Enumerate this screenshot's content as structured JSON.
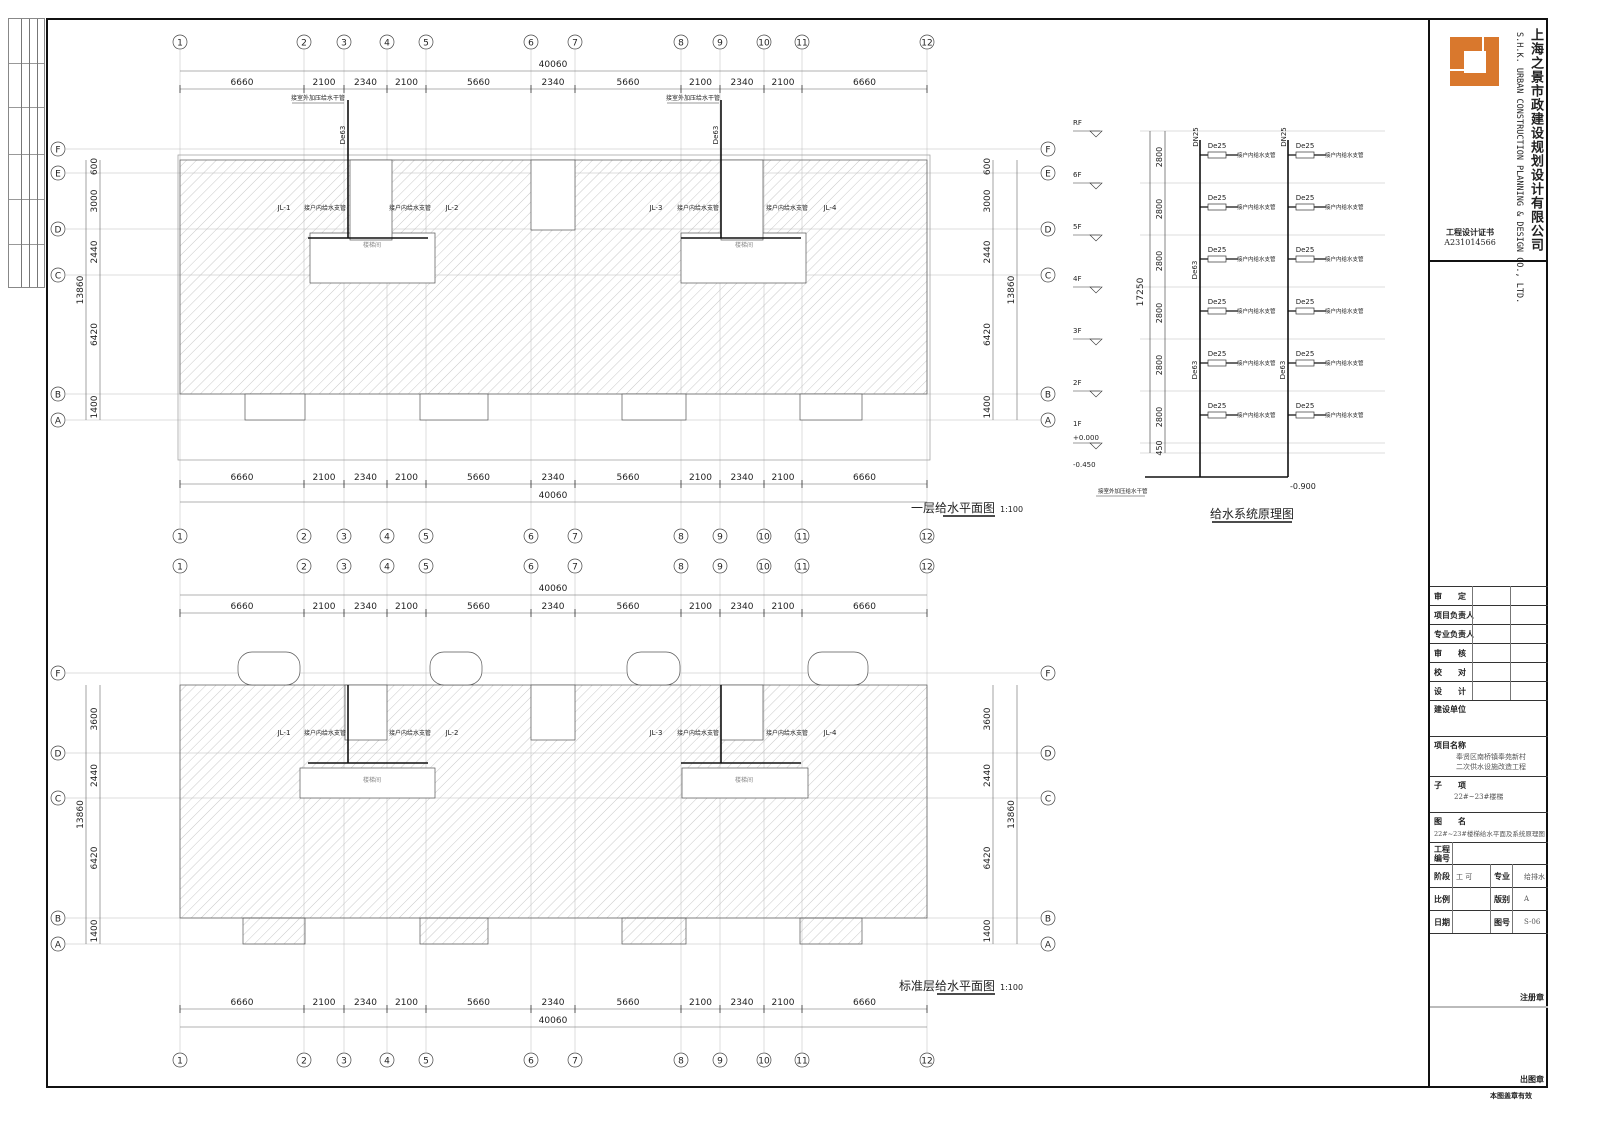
{
  "plans": [
    {
      "title": "一层给水平面图",
      "scale": "1:100",
      "rows": [
        "F",
        "E",
        "D",
        "C",
        "B",
        "A"
      ],
      "dims_y": [
        "600",
        "3000",
        "2440",
        "6420",
        "1400"
      ],
      "total_y": "13860"
    },
    {
      "title": "标准层给水平面图",
      "scale": "1:100",
      "rows": [
        "F",
        "D",
        "C",
        "B",
        "A"
      ],
      "dims_y": [
        "3600",
        "2440",
        "6420",
        "1400"
      ],
      "total_y": "13860"
    }
  ],
  "axes_cols": [
    "1",
    "2",
    "3",
    "4",
    "5",
    "6",
    "7",
    "8",
    "9",
    "10",
    "11",
    "12"
  ],
  "dims_x": [
    "6660",
    "2100",
    "2340",
    "2100",
    "5660",
    "2340",
    "5660",
    "2100",
    "2340",
    "2100",
    "6660"
  ],
  "total_x": "40060",
  "plan_labels": {
    "risers": [
      "JL-1",
      "JL-2",
      "JL-3",
      "JL-4"
    ],
    "branch": "接户内给水支管",
    "feed": "接室外加压给水干管",
    "feed_pipe": "De63",
    "stair": "楼梯间"
  },
  "system": {
    "title": "给水系统原理图",
    "floors": [
      "RF",
      "6F",
      "5F",
      "4F",
      "3F",
      "2F",
      "1F"
    ],
    "elev_1f": "+0.000",
    "elev_base": "-0.450",
    "elev_pipe": "-0.900",
    "floor_heights": [
      "2800",
      "2800",
      "2800",
      "2800",
      "2800",
      "2800",
      "450"
    ],
    "total_height": "17250",
    "riser_top": "DN25",
    "branch_size": "De25",
    "riser_size": "De63",
    "branch_label": "接户内给水支管",
    "feed_label": "接室外加压给水干管"
  },
  "title_block": {
    "company_cn": "上海之景市政建设规划设计有限公司",
    "company_en": "S.H.K. URBAN CONSTRUCTION PLANNING & DESIGN CO., LTD.",
    "logo_color": "#d9782d",
    "cert_label": "工程设计证书",
    "cert_no": "A231014566",
    "sign_rows": [
      "审　　定",
      "项目负责人",
      "专业负责人",
      "审　　核",
      "校　　对",
      "设　　计"
    ],
    "client_label": "建设单位",
    "project_label": "项目名称",
    "project_line1": "奉贤区南桥镇奉苑新村",
    "project_line2": "二次供水设施改造工程",
    "subitem_label": "子　　项",
    "subitem": "22#~23#楼梯",
    "drawing_label": "图　　名",
    "drawing_name": "22#~23#楼梯给水平面及系统原理图",
    "project_no_label": "工程编号",
    "stage_label": "阶段",
    "stage": "工 可",
    "discipline_label": "专业",
    "discipline": "给排水",
    "scale_label": "比例",
    "scale": "",
    "version_label": "版别",
    "version": "A",
    "date_label": "日期",
    "date": "",
    "sheet_label": "图号",
    "sheet": "S-06",
    "reg_stamp": "注册章",
    "issue_stamp": "出图章",
    "valid_note": "本图盖章有效"
  }
}
